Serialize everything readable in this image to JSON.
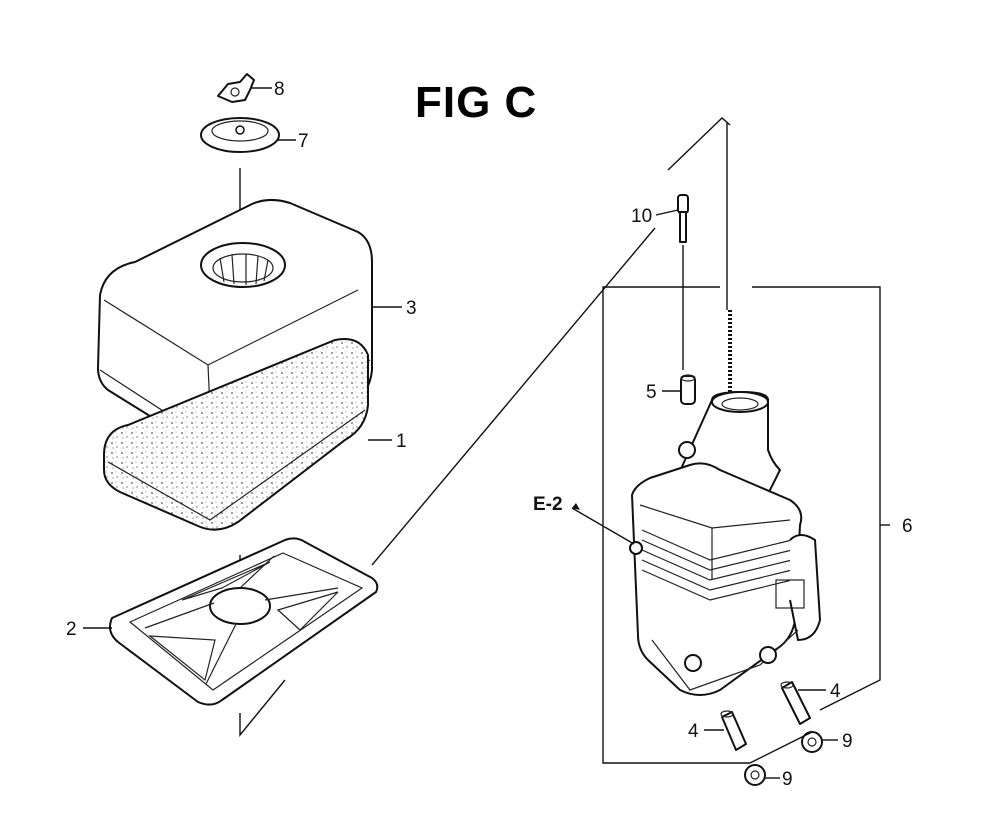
{
  "figure": {
    "title": "FIG C"
  },
  "callouts": {
    "c1": "1",
    "c2": "2",
    "c3": "3",
    "c4a": "4",
    "c4b": "4",
    "c5": "5",
    "c6": "6",
    "c7": "7",
    "c8": "8",
    "c9a": "9",
    "c9b": "9",
    "c10": "10",
    "ref_e2": "E-2"
  }
}
